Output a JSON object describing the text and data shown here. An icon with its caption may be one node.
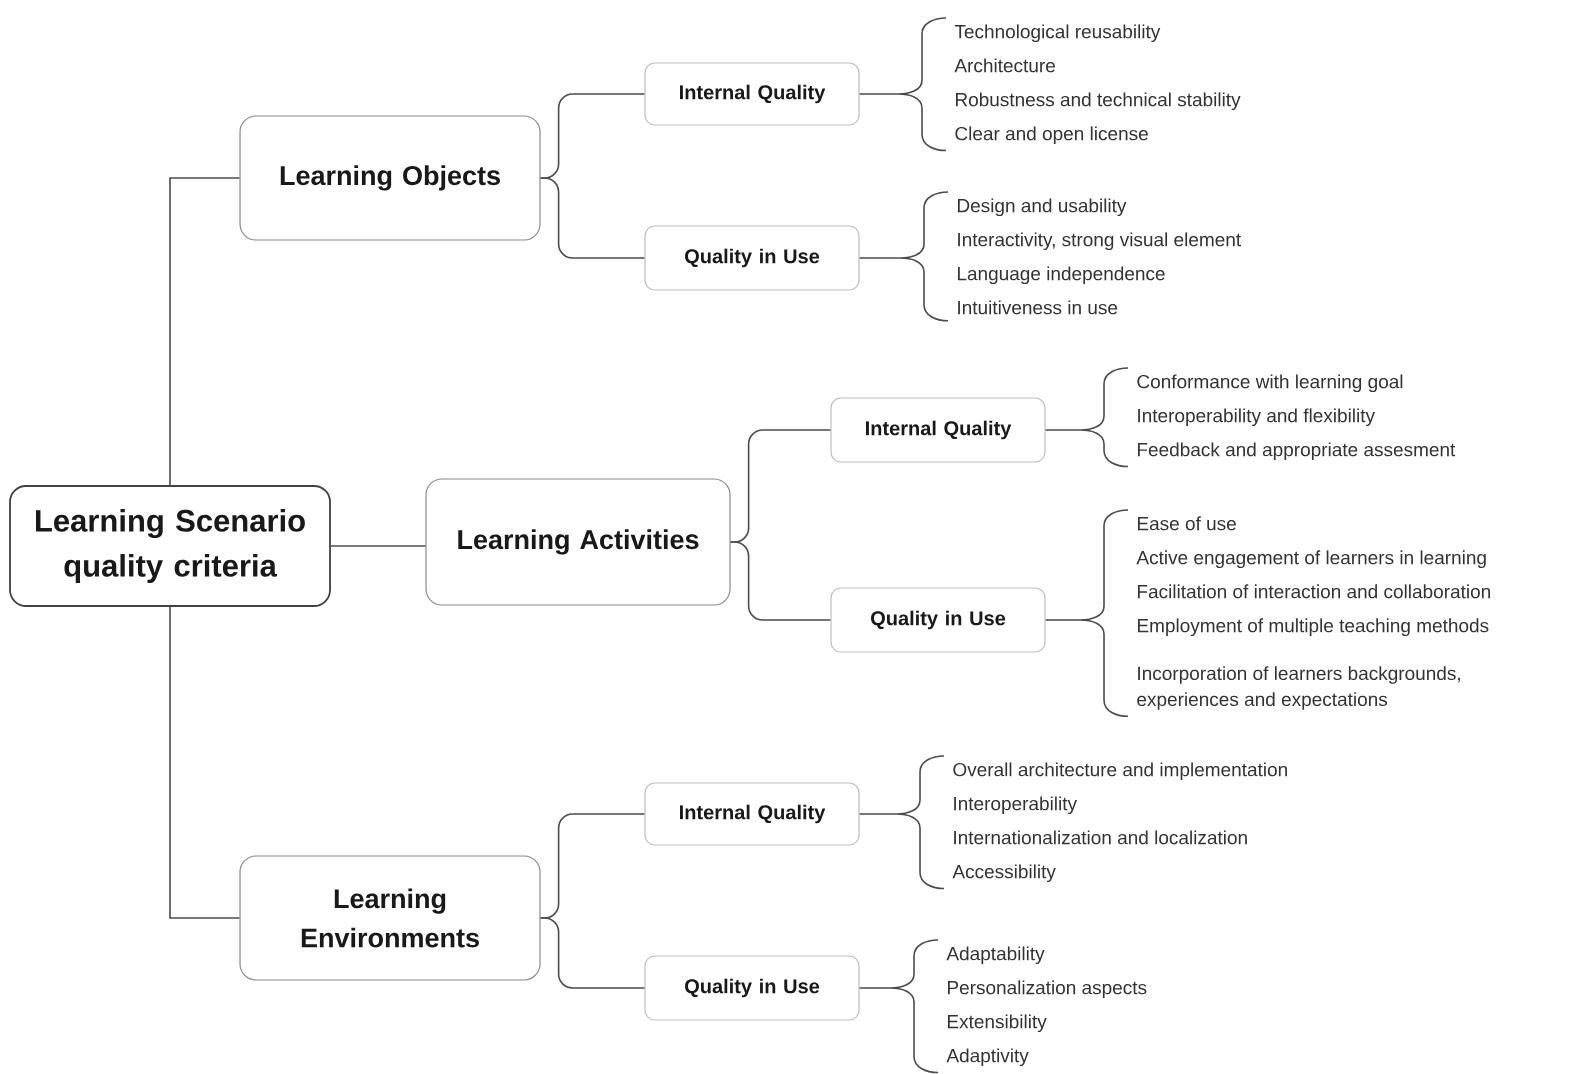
{
  "diagram": {
    "nodes": [
      {
        "text": [
          "Learning Scenario quality criteria"
        ]
      },
      {
        "text": [
          "Learning Objects"
        ]
      },
      {
        "text": [
          "Internal Quality"
        ]
      },
      {
        "text": [
          "Quality in Use"
        ]
      },
      {
        "text": [
          "Learning Activities"
        ]
      },
      {
        "text": [
          "Internal Quality"
        ]
      },
      {
        "text": [
          "Quality in Use"
        ]
      },
      {
        "text": [
          "Learning Environments"
        ]
      },
      {
        "text": [
          "Internal Quality"
        ]
      },
      {
        "text": [
          "Quality in Use"
        ]
      },
      {
        "text": [
          "Technological reusability",
          "Architecture",
          "Robustness and technical stability",
          "Clear and open license"
        ]
      },
      {
        "text": [
          "Design and usability",
          "Interactivity, strong visual element",
          "Language independence",
          "Intuitiveness in use"
        ]
      },
      {
        "text": [
          "Conformance with learning goal",
          "Interoperability and flexibility",
          "Feedback and appropriate assesment"
        ]
      },
      {
        "text": [
          "Ease of use",
          "Active engagement of learners in learning",
          "Facilitation of interaction and collaboration",
          "Employment of multiple teaching methods",
          "Incorporation of learners backgrounds, experiences and expectations"
        ]
      },
      {
        "text": [
          "Overall architecture and implementation",
          "Interoperability",
          "Internationalization and localization",
          "Accessibility"
        ]
      },
      {
        "text": [
          "Adaptability",
          "Personalization aspects",
          "Extensibility",
          "Adaptivity"
        ]
      }
    ],
    "edges": [
      {
        "from": 0,
        "to": 1,
        "arrow": "none"
      },
      {
        "from": 0,
        "to": 4,
        "arrow": "none"
      },
      {
        "from": 0,
        "to": 7,
        "arrow": "none"
      },
      {
        "from": 1,
        "to": 2,
        "arrow": "none"
      },
      {
        "from": 1,
        "to": 3,
        "arrow": "none"
      },
      {
        "from": 4,
        "to": 5,
        "arrow": "none"
      },
      {
        "from": 4,
        "to": 6,
        "arrow": "none"
      },
      {
        "from": 7,
        "to": 8,
        "arrow": "none"
      },
      {
        "from": 7,
        "to": 9,
        "arrow": "none"
      },
      {
        "from": 2,
        "to": 10,
        "arrow": "none"
      },
      {
        "from": 3,
        "to": 11,
        "arrow": "none"
      },
      {
        "from": 5,
        "to": 12,
        "arrow": "none"
      },
      {
        "from": 6,
        "to": 13,
        "arrow": "none"
      },
      {
        "from": 8,
        "to": 14,
        "arrow": "none"
      },
      {
        "from": 9,
        "to": 15,
        "arrow": "none"
      }
    ]
  }
}
